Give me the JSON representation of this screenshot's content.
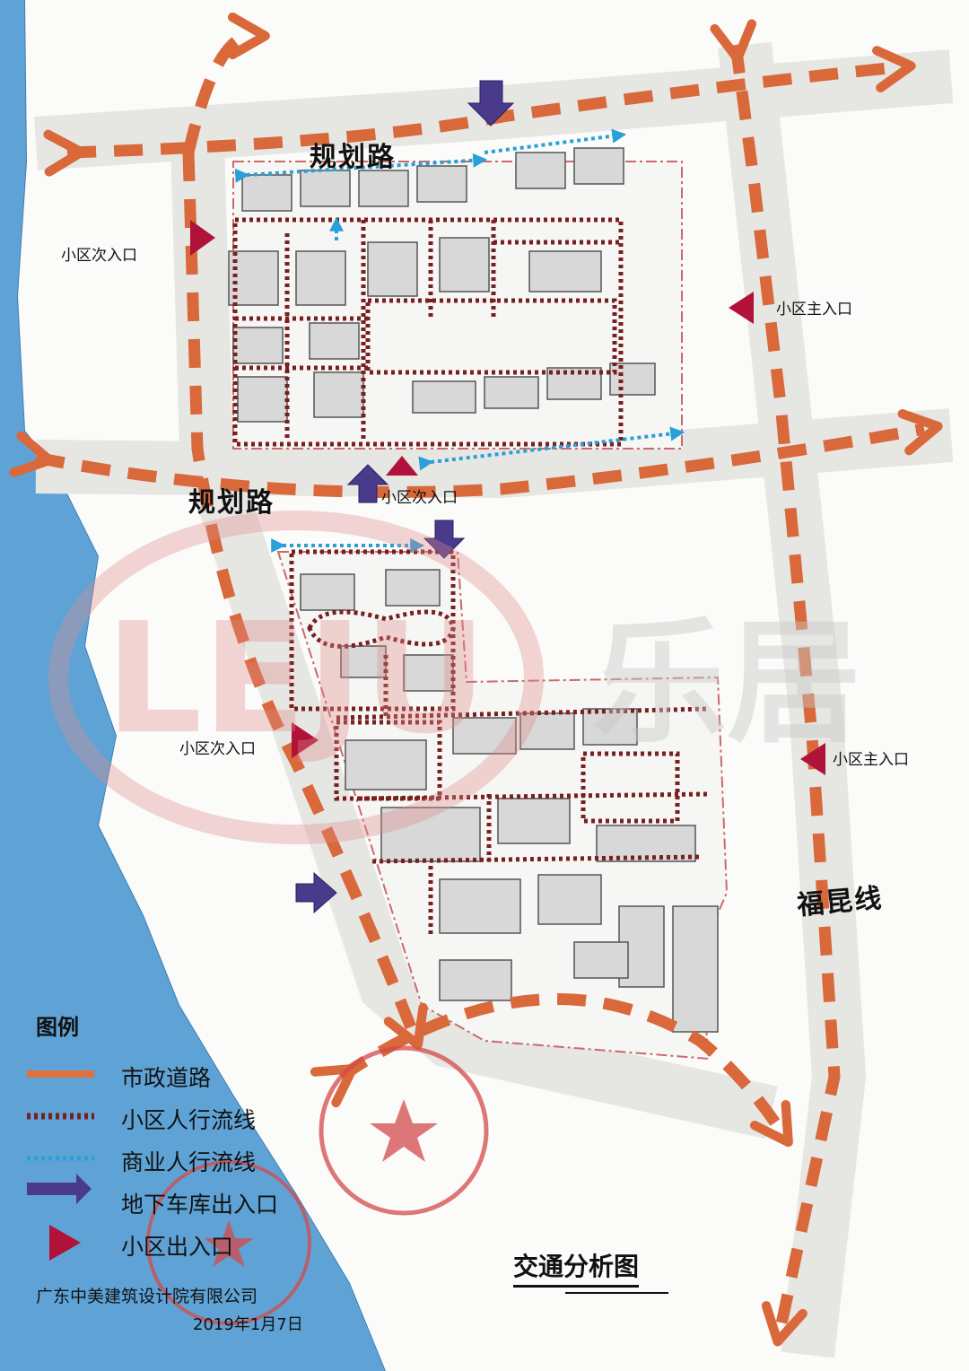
{
  "map_title": "交通分析图",
  "roads": {
    "north_road": "规划路",
    "middle_road": "规划路",
    "east_road": "福昆线"
  },
  "entrances": {
    "north_west_secondary": "小区次入口",
    "north_east_main": "小区主入口",
    "middle_secondary": "小区次入口",
    "south_west_secondary": "小区次入口",
    "south_east_main": "小区主入口"
  },
  "legend": {
    "title": "图例",
    "items": [
      {
        "label": "市政道路",
        "symbol": "solid-orange-line",
        "color": "#e07040"
      },
      {
        "label": "小区人行流线",
        "symbol": "dotted-maroon-line",
        "color": "#7a1f1f"
      },
      {
        "label": "商业人行流线",
        "symbol": "dotted-blue-line",
        "color": "#2a9fd8"
      },
      {
        "label": "地下车库出入口",
        "symbol": "purple-arrow",
        "color": "#4a3a8c"
      },
      {
        "label": "小区出入口",
        "symbol": "red-triangle",
        "color": "#b0123a"
      }
    ]
  },
  "footer": {
    "company": "广东中美建筑设计院有限公司",
    "date": "2019年1月7日"
  },
  "watermark": {
    "logo": "LEJU",
    "text": "乐居"
  },
  "colors": {
    "road_dash": "#d9683a",
    "community_path": "#7a1f1f",
    "commercial_path": "#2a9fd8",
    "garage_arrow": "#4a3a8c",
    "entrance_triangle": "#b0123a",
    "water": "#5fa3d6",
    "stamp": "#d44a4a"
  }
}
